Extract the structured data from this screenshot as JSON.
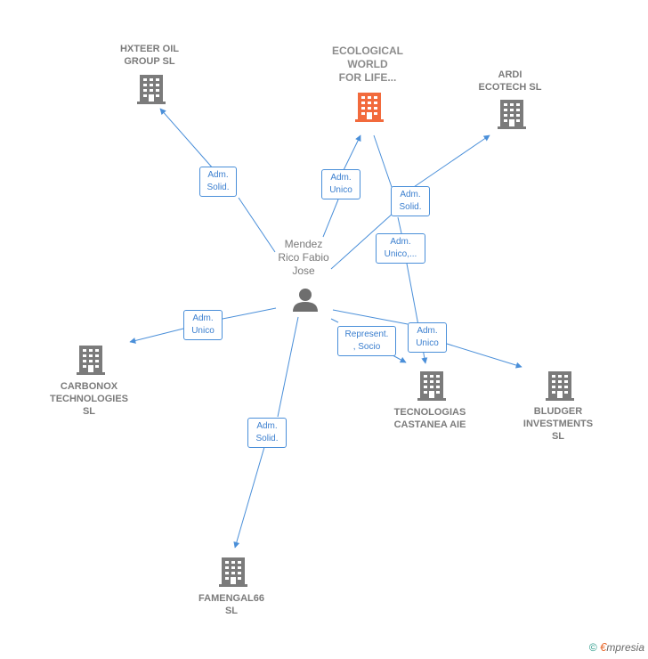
{
  "colors": {
    "building_default": "#7b7b7b",
    "building_focus": "#f26a3c",
    "edge": "#4a8fd9",
    "person": "#6e6e6e"
  },
  "person": {
    "name_line1": "Mendez",
    "name_line2": "Rico Fabio",
    "name_line3": "Jose",
    "icon": "person-icon"
  },
  "companies": {
    "hxteer": {
      "line1": "HXTEER OIL",
      "line2": "GROUP  SL",
      "icon": "building-icon"
    },
    "ecological": {
      "line1": "ECOLOGICAL",
      "line2": "WORLD",
      "line3": "FOR LIFE...",
      "icon": "building-icon",
      "focus": true
    },
    "ardi": {
      "line1": "ARDI",
      "line2": "ECOTECH  SL",
      "icon": "building-icon"
    },
    "carbonox": {
      "line1": "CARBONOX",
      "line2": "TECHNOLOGIES",
      "line3": "SL",
      "icon": "building-icon"
    },
    "tecnologias": {
      "line1": "TECNOLOGIAS",
      "line2": "CASTANEA AIE",
      "icon": "building-icon"
    },
    "bludger": {
      "line1": "BLUDGER",
      "line2": "INVESTMENTS",
      "line3": "SL",
      "icon": "building-icon"
    },
    "famengal": {
      "line1": "FAMENGAL66",
      "line2": "SL",
      "icon": "building-icon"
    }
  },
  "edges": {
    "hxteer": {
      "line1": "Adm.",
      "line2": "Solid."
    },
    "ecological": {
      "line1": "Adm.",
      "line2": "Unico"
    },
    "ardi": {
      "line1": "Adm.",
      "line2": "Solid."
    },
    "ecological_tecnologias": {
      "line1": "Adm.",
      "line2": "Unico,..."
    },
    "carbonox": {
      "line1": "Adm.",
      "line2": "Unico"
    },
    "tecnologias_rep": {
      "line1": "Represent.",
      "line2": ", Socio"
    },
    "tecnologias_adm": {
      "line1": "Adm.",
      "line2": "Unico"
    },
    "famengal": {
      "line1": "Adm.",
      "line2": "Solid."
    }
  },
  "footer": {
    "copyright": "©",
    "brand_initial": "€",
    "brand_rest": "mpresia"
  }
}
